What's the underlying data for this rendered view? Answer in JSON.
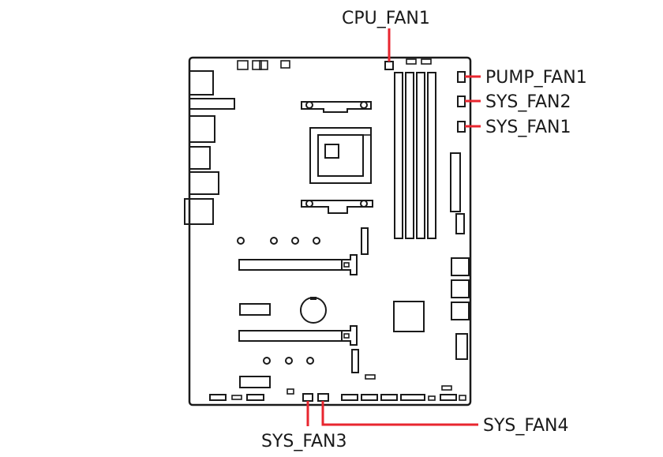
{
  "labels": {
    "cpu_fan1": "CPU_FAN1",
    "pump_fan1": "PUMP_FAN1",
    "sys_fan2": "SYS_FAN2",
    "sys_fan1": "SYS_FAN1",
    "sys_fan3": "SYS_FAN3",
    "sys_fan4": "SYS_FAN4"
  },
  "colors": {
    "leader": "#e8262f",
    "outline": "#1a1a1a",
    "background": "#ffffff"
  }
}
